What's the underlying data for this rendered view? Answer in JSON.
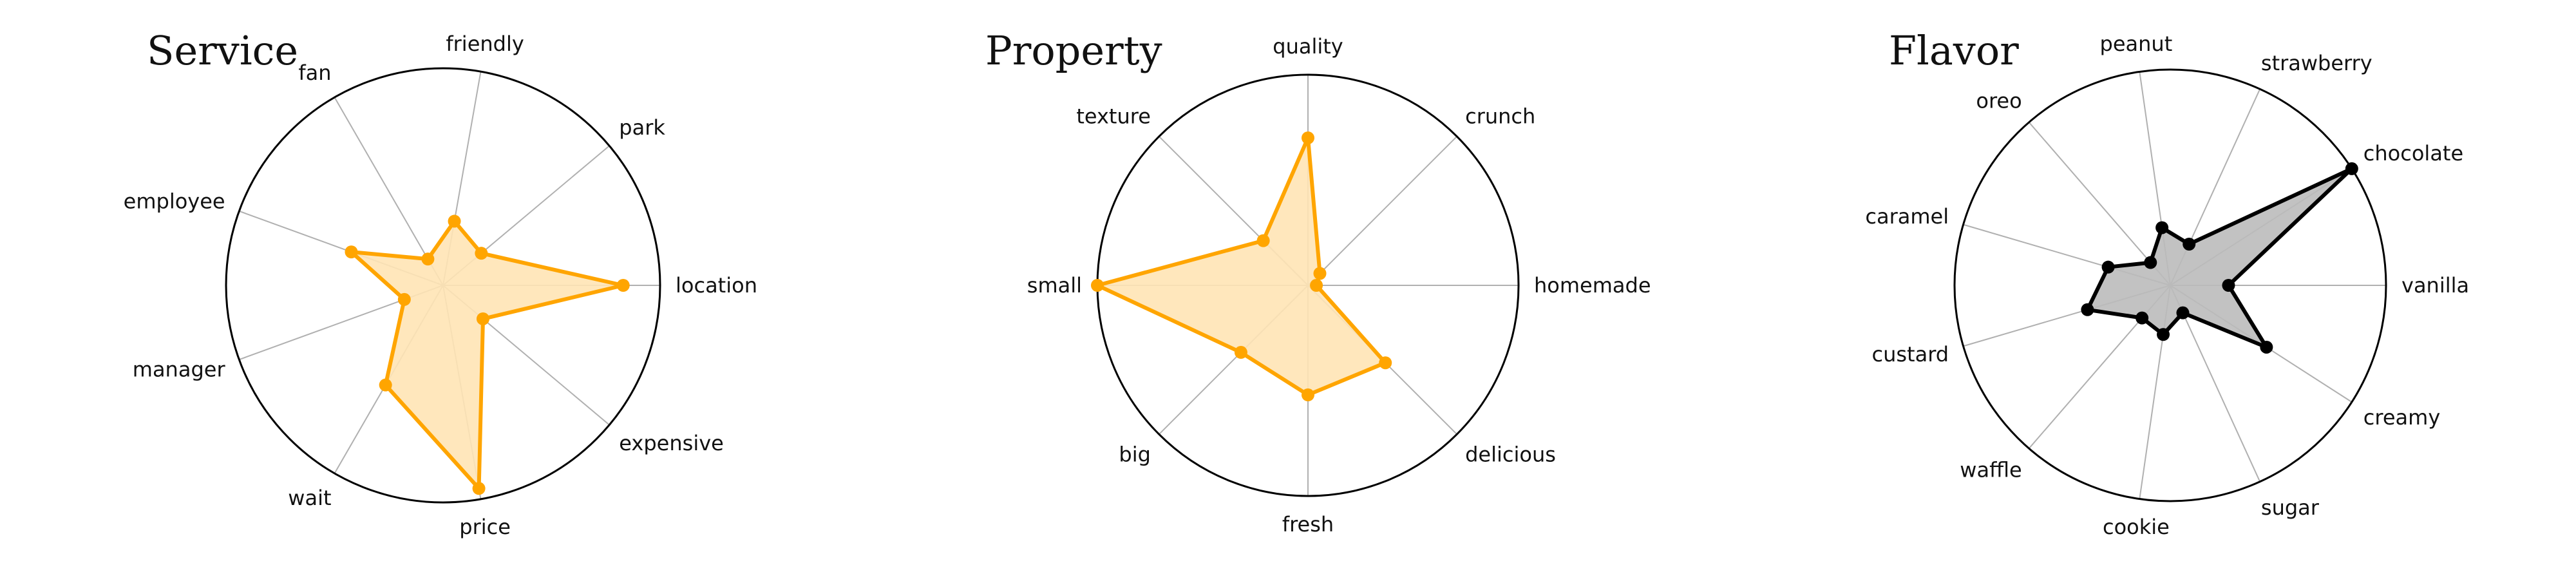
{
  "chart_data": [
    {
      "type": "radar",
      "title": "Service",
      "categories": [
        "location",
        "park",
        "friendly",
        "fan",
        "employee",
        "manager",
        "wait",
        "price",
        "expensive"
      ],
      "values": [
        0.83,
        0.23,
        0.3,
        0.14,
        0.45,
        0.19,
        0.53,
        0.95,
        0.24
      ],
      "rmax": 1.0,
      "grid": "spokes and outer circle",
      "colors": {
        "line": "#FFA500",
        "fill": "#FFE4B5",
        "marker": "#FFA500"
      }
    },
    {
      "type": "radar",
      "title": "Property",
      "categories": [
        "homemade",
        "crunch",
        "quality",
        "texture",
        "small",
        "big",
        "fresh",
        "delicious"
      ],
      "values": [
        0.04,
        0.08,
        0.7,
        0.3,
        1.0,
        0.45,
        0.52,
        0.52
      ],
      "rmax": 1.0,
      "grid": "spokes and outer circle",
      "colors": {
        "line": "#FFA500",
        "fill": "#FFE4B5",
        "marker": "#FFA500"
      }
    },
    {
      "type": "radar",
      "title": "Flavor",
      "categories": [
        "vanilla",
        "chocolate",
        "strawberry",
        "peanut",
        "oreo",
        "caramel",
        "custard",
        "waffle",
        "cookie",
        "sugar",
        "creamy"
      ],
      "values": [
        0.27,
        1.0,
        0.21,
        0.27,
        0.14,
        0.3,
        0.4,
        0.2,
        0.23,
        0.14,
        0.53
      ],
      "rmax": 1.0,
      "grid": "spokes and outer circle",
      "colors": {
        "line": "#000000",
        "fill": "#BBBBBB",
        "marker": "#000000"
      }
    }
  ]
}
